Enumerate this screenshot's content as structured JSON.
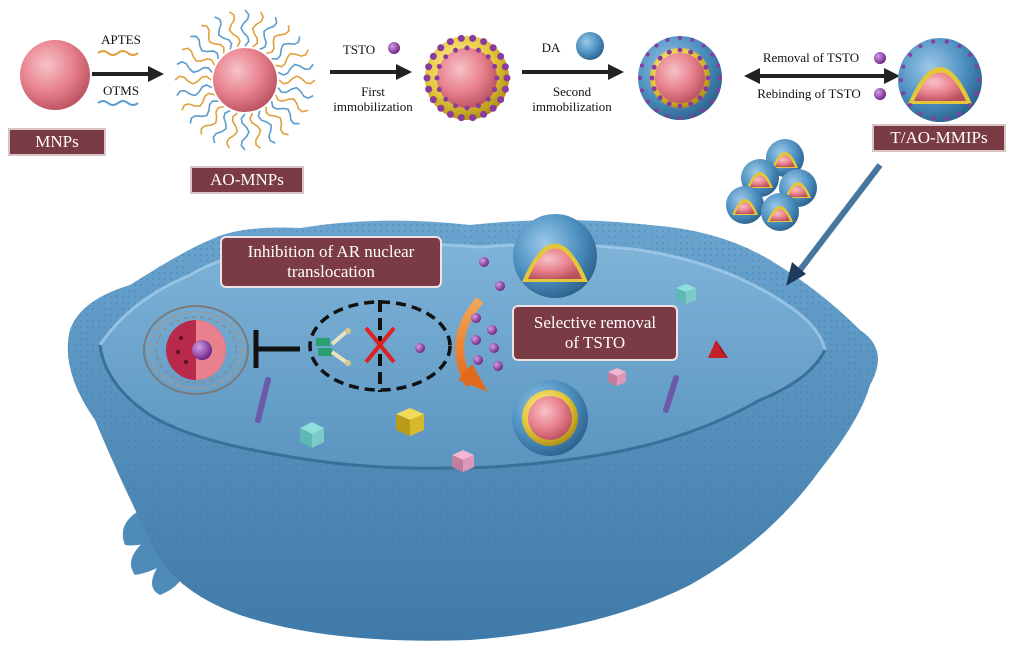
{
  "labels": {
    "mnps": "MNPs",
    "ao_mnps": "AO-MNPs",
    "t_ao_mmips": "T/AO-MMIPs",
    "aptes": "APTES",
    "otms": "OTMS",
    "tsto": "TSTO",
    "first_immobilization_1": "First",
    "first_immobilization_2": "immobilization",
    "da": "DA",
    "second_immobilization_1": "Second",
    "second_immobilization_2": "immobilization",
    "removal": "Removal of TSTO",
    "rebinding": "Rebinding of TSTO"
  },
  "callouts": {
    "inhibition_1": "Inhibition of AR nuclear",
    "inhibition_2": "translocation",
    "selective_1": "Selective removal",
    "selective_2": "of TSTO"
  },
  "colors": {
    "core_pink": "#e8818d",
    "shell_blue": "#4b8fbf",
    "yellow_layer": "#e3c63a",
    "template_purple": "#8a3b9e",
    "cell_blue": "#5f9cc8",
    "label_bg": "#7b3b45"
  }
}
